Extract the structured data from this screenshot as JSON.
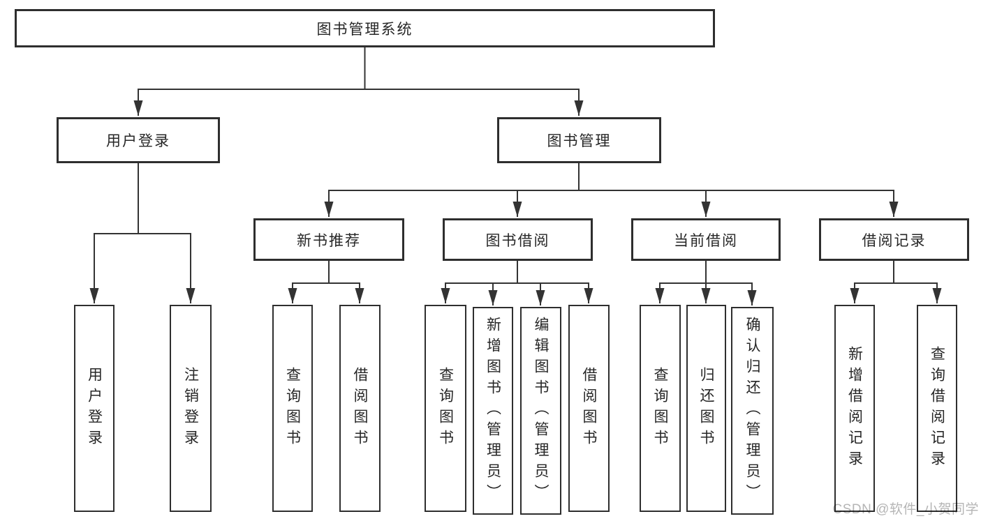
{
  "diagram": {
    "root": {
      "label": "图书管理系统"
    },
    "branches": [
      {
        "label": "用户登录",
        "leaves": [
          {
            "label": "用户登录"
          },
          {
            "label": "注销登录"
          }
        ]
      },
      {
        "label": "图书管理",
        "groups": [
          {
            "label": "新书推荐",
            "leaves": [
              {
                "label": "查询图书"
              },
              {
                "label": "借阅图书"
              }
            ]
          },
          {
            "label": "图书借阅",
            "leaves": [
              {
                "label": "查询图书"
              },
              {
                "label": "新增图书（管理员）"
              },
              {
                "label": "编辑图书（管理员）"
              },
              {
                "label": "借阅图书"
              }
            ]
          },
          {
            "label": "当前借阅",
            "leaves": [
              {
                "label": "查询图书"
              },
              {
                "label": "归还图书"
              },
              {
                "label": "确认归还（管理员）"
              }
            ]
          },
          {
            "label": "借阅记录",
            "leaves": [
              {
                "label": "新增借阅记录"
              },
              {
                "label": "查询借阅记录"
              }
            ]
          }
        ]
      }
    ]
  },
  "watermark": {
    "text": "CSDN @软件_小贺同学"
  },
  "colors": {
    "background": "#ffffff",
    "box_fill": "#ffffff",
    "box_border": "#2e2e2e",
    "text": "#262626",
    "connector": "#333333",
    "watermark": "#b5b5b5"
  }
}
